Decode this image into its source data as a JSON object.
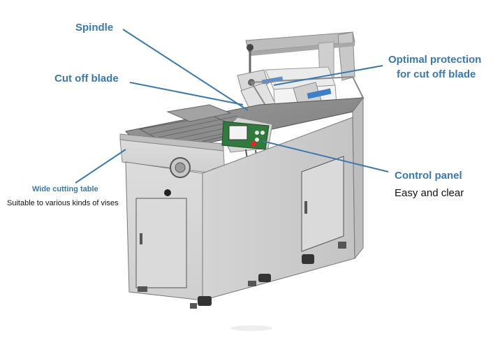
{
  "callouts": {
    "spindle": "Spindle",
    "cut_off_blade": "Cut off blade",
    "optimal_protection_line1": "Optimal protection",
    "optimal_protection_line2": "for cut off blade",
    "control_panel_title": "Control panel",
    "control_panel_sub": "Easy and clear",
    "wide_table_title": "Wide cutting table",
    "wide_table_sub": "Suitable to various kinds of vises"
  },
  "colors": {
    "callout_text": "#3b78ad",
    "leader_line": "#3b78ad",
    "panel_green": "#2f7a3c",
    "stop_button": "#d92b2b"
  }
}
